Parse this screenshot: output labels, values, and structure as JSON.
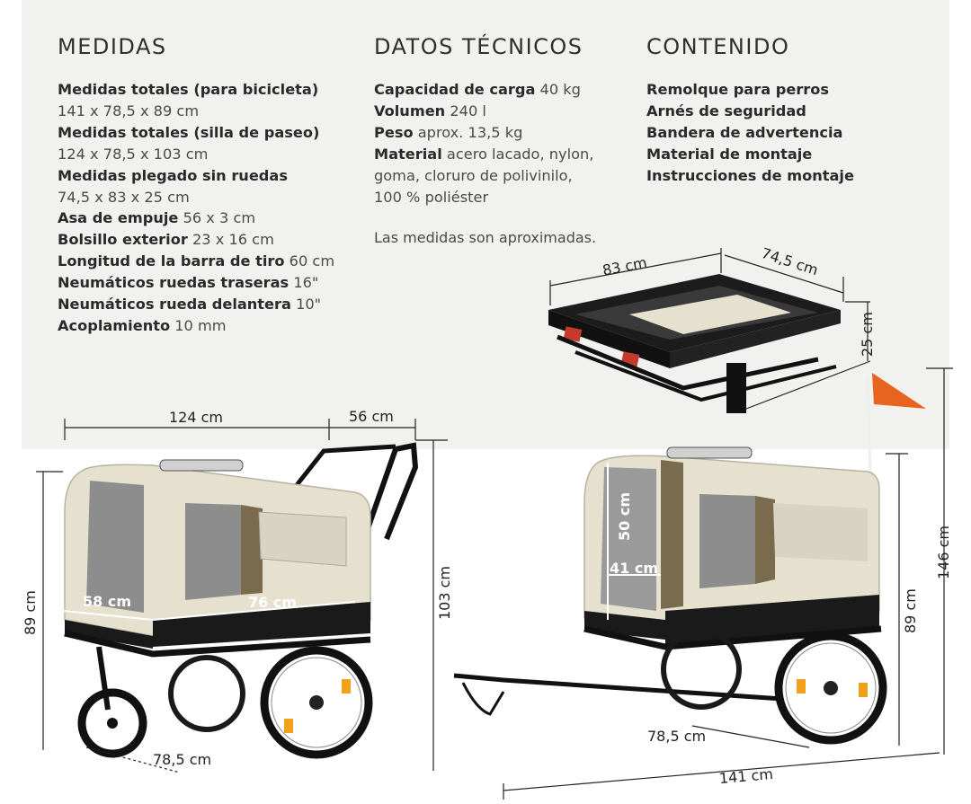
{
  "medidas": {
    "title": "MEDIDAS",
    "items": [
      {
        "label": "Medidas totales (para bicicleta)",
        "value": ""
      },
      {
        "label": "",
        "value": "141 x 78,5 x 89 cm"
      },
      {
        "label": "Medidas totales (silla de paseo)",
        "value": ""
      },
      {
        "label": "",
        "value": "124 x 78,5 x 103 cm"
      },
      {
        "label": "Medidas plegado sin ruedas",
        "value": ""
      },
      {
        "label": "",
        "value": "74,5 x 83 x 25 cm"
      },
      {
        "label": "Asa de empuje",
        "value": " 56 x 3 cm"
      },
      {
        "label": "Bolsillo exterior",
        "value": " 23 x 16 cm"
      },
      {
        "label": "Longitud de la barra de tiro",
        "value": " 60 cm"
      },
      {
        "label": "Neumáticos ruedas traseras",
        "value": " 16\""
      },
      {
        "label": "Neumáticos rueda delantera",
        "value": " 10\""
      },
      {
        "label": "Acoplamiento",
        "value": " 10 mm"
      }
    ]
  },
  "datos": {
    "title": "DATOS TÉCNICOS",
    "items": [
      {
        "label": "Capacidad de carga",
        "value": " 40 kg"
      },
      {
        "label": "Volumen",
        "value": " 240 l"
      },
      {
        "label": "Peso",
        "value": " aprox. 13,5 kg"
      },
      {
        "label": "Material",
        "value": " acero lacado, nylon,"
      },
      {
        "label": "",
        "value": "goma, cloruro de polivinilo,"
      },
      {
        "label": "",
        "value": "100 % poliéster"
      }
    ],
    "note": "Las medidas son aproximadas."
  },
  "contenido": {
    "title": "CONTENIDO",
    "items": [
      {
        "label": "Remolque para perros",
        "value": ""
      },
      {
        "label": "Arnés de seguridad",
        "value": ""
      },
      {
        "label": "Bandera de advertencia",
        "value": ""
      },
      {
        "label": "Material de montaje",
        "value": ""
      },
      {
        "label": "Instrucciones de montaje",
        "value": ""
      }
    ]
  },
  "dimensions": {
    "folded_length": "83 cm",
    "folded_width": "74,5 cm",
    "folded_height": "25 cm",
    "stroller_length": "124 cm",
    "handle_length": "56 cm",
    "stroller_height": "103 cm",
    "stroller_side_height": "89 cm",
    "door_width": "58 cm",
    "cabin_length": "76 cm",
    "stroller_width": "78,5 cm",
    "bike_width": "78,5 cm",
    "bike_length": "141 cm",
    "bike_cabin_height": "89 cm",
    "bike_flag_height": "146 cm",
    "door_height": "50 cm",
    "door_inner_width": "41 cm"
  },
  "colors": {
    "panel": "#f1f1ef",
    "fabric": "#e6e0cf",
    "frame": "#1a1a1a",
    "mesh": "#8a8a8a",
    "flag": "#e8641e"
  }
}
